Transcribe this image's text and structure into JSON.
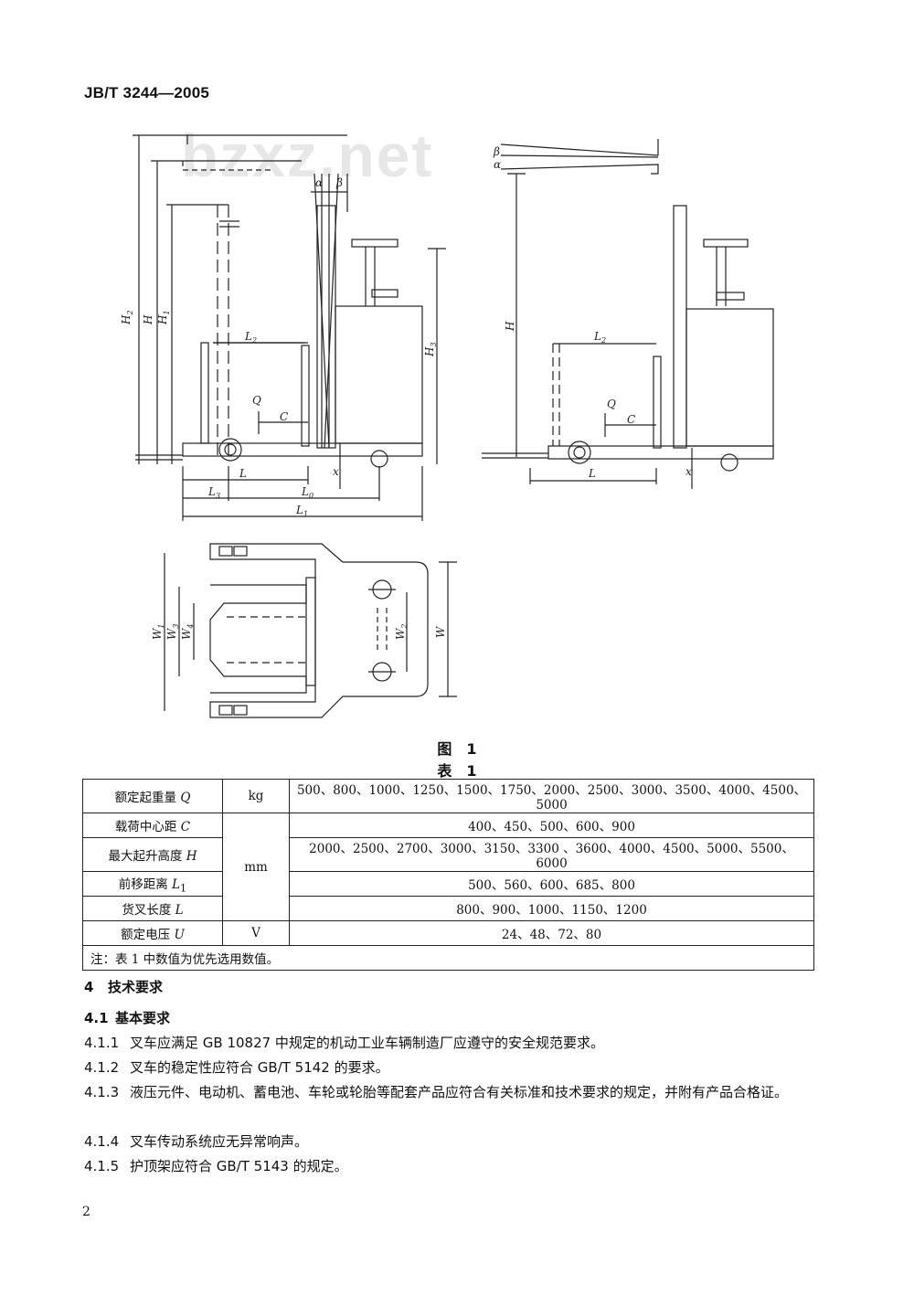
{
  "header": {
    "code": "JB/T 3244—2005"
  },
  "watermark": {
    "text": "bzxz.net"
  },
  "figure": {
    "caption": "图　1",
    "labels": {
      "H2": "H",
      "H2_sub": "2",
      "H": "H",
      "H1": "H",
      "H1_sub": "1",
      "H3": "H",
      "H3_sub": "3",
      "L2": "L",
      "L2_sub": "2",
      "Q": "Q",
      "C": "C",
      "L": "L",
      "L3": "L",
      "L3_sub": "3",
      "L0": "L",
      "L0_sub": "0",
      "L1": "L",
      "L1_sub": "1",
      "x": "x",
      "alpha": "α",
      "beta": "β",
      "W1": "W",
      "W1_sub": "1",
      "W3": "W",
      "W3_sub": "3",
      "W4": "W",
      "W4_sub": "4",
      "W2": "W",
      "W2_sub": "2",
      "W": "W",
      "right_H": "H",
      "right_L2": "L",
      "right_L2_sub": "2",
      "right_Q": "Q",
      "right_C": "C",
      "right_L": "L",
      "right_x": "x",
      "right_beta": "β",
      "right_alpha": "α"
    }
  },
  "table": {
    "caption": "表　1",
    "rows": [
      {
        "label": "额定起重量",
        "sym": "Q",
        "unit": "kg",
        "values": "500、800、1000、1250、1500、1750、2000、2500、3000、3500、4000、4500、5000"
      },
      {
        "label": "载荷中心距",
        "sym": "C",
        "unit": "",
        "values": "400、450、500、600、900"
      },
      {
        "label": "最大起升高度",
        "sym": "H",
        "unit": "mm",
        "values": "2000、2500、2700、3000、3150、3300 、3600、4000、4500、5000、5500、6000"
      },
      {
        "label": "前移距离",
        "sym": "L",
        "sym_sub": "1",
        "unit": "",
        "values": "500、560、600、685、800"
      },
      {
        "label": "货叉长度",
        "sym": "L",
        "unit": "",
        "values": "800、900、1000、1150、1200"
      },
      {
        "label": "额定电压",
        "sym": "U",
        "unit": "V",
        "values": "24、48、72、80"
      }
    ],
    "note": "注：表 1 中数值为优先选用数值。"
  },
  "body": {
    "s4": {
      "num": "4",
      "title": "技术要求"
    },
    "s41": {
      "num": "4.1",
      "title": "基本要求"
    },
    "p411": {
      "num": "4.1.1",
      "text": "叉车应满足 GB 10827 中规定的机动工业车辆制造厂应遵守的安全规范要求。"
    },
    "p412": {
      "num": "4.1.2",
      "text": "叉车的稳定性应符合 GB/T 5142 的要求。"
    },
    "p413": {
      "num": "4.1.3",
      "text": "液压元件、电动机、蓄电池、车轮或轮胎等配套产品应符合有关标准和技术要求的规定，并附有产品合格证。"
    },
    "p414": {
      "num": "4.1.4",
      "text": "叉车传动系统应无异常响声。"
    },
    "p415": {
      "num": "4.1.5",
      "text": "护顶架应符合 GB/T 5143 的规定。"
    }
  },
  "page_number": "2"
}
